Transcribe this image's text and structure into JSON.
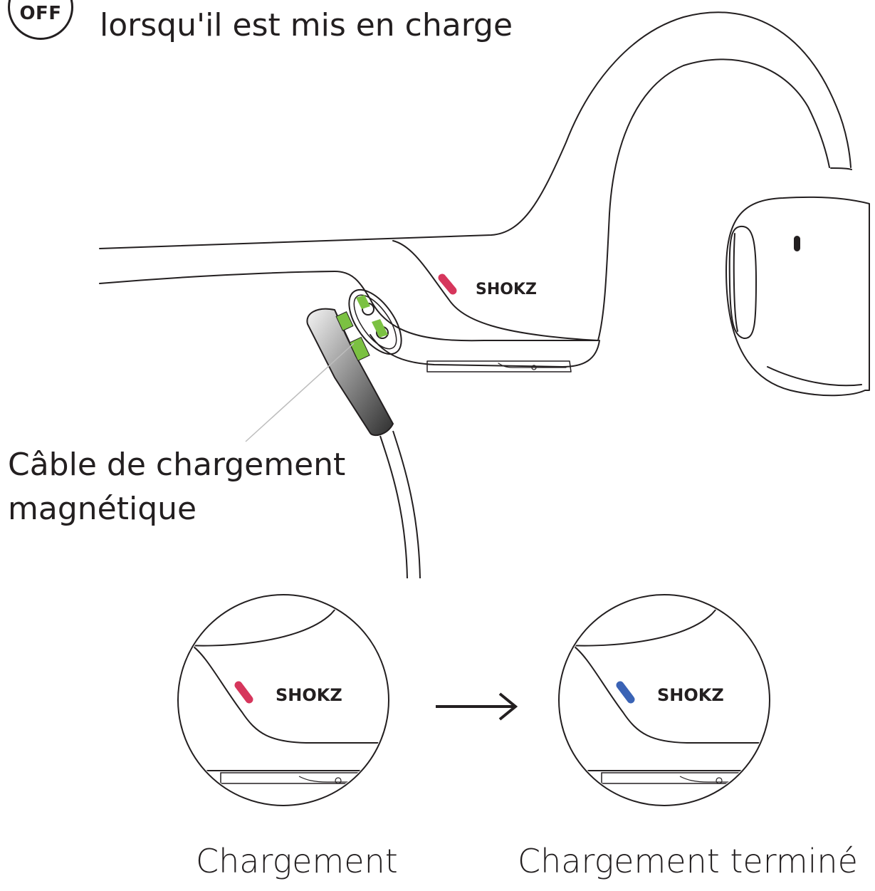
{
  "off_badge": {
    "label": "OFF"
  },
  "top_caption": {
    "line": "lorsqu'il est mis en charge"
  },
  "brand": "SHOKZ",
  "cable_caption": {
    "line1": "Câble de chargement",
    "line2": "magnétique"
  },
  "states": [
    {
      "label": "Chargement",
      "led_color": "#d6365c"
    },
    {
      "label": "Chargement terminé",
      "led_color": "#3a63b5"
    }
  ],
  "icons": {
    "arrow": "right-arrow-icon"
  }
}
